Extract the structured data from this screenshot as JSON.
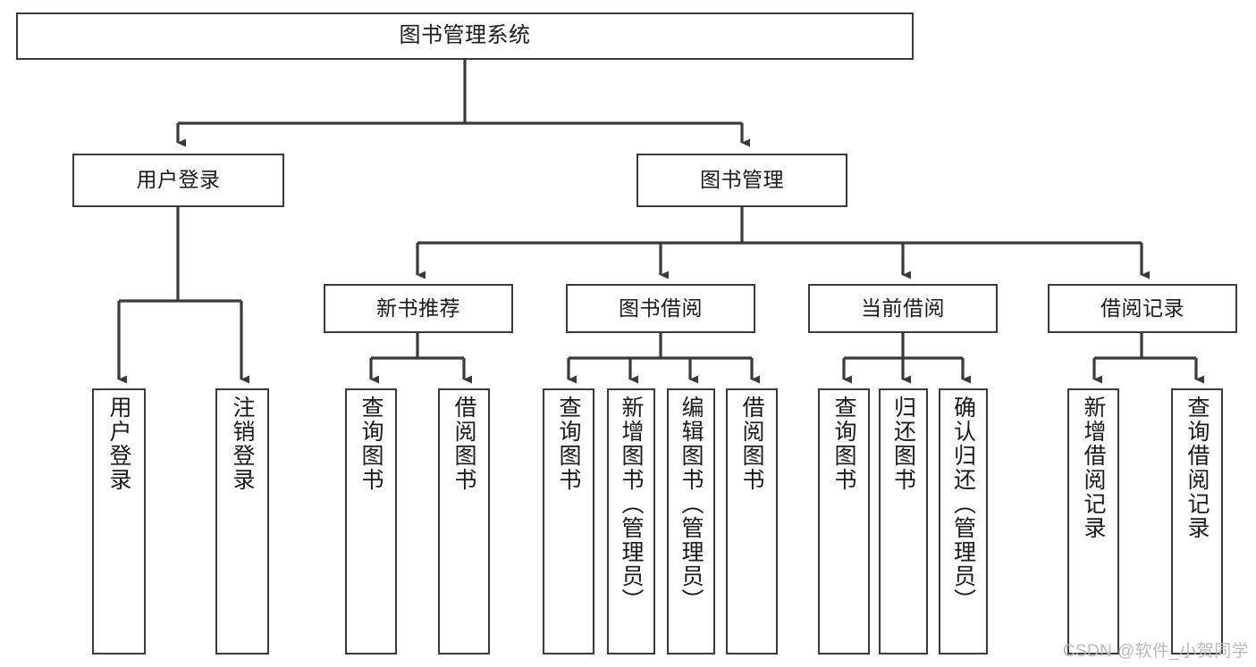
{
  "diagram": {
    "title": "图书管理系统",
    "watermark": "CSDN @软件_小贺同学",
    "colors": {
      "background": "#ffffff",
      "stroke": "#3a3a3a",
      "text": "#1a1a1a",
      "watermark": "#b9b9b9"
    },
    "levels": {
      "root": {
        "label": "图书管理系统"
      },
      "level2": [
        {
          "label": "用户登录"
        },
        {
          "label": "图书管理"
        }
      ],
      "level3": [
        {
          "label": "新书推荐"
        },
        {
          "label": "图书借阅"
        },
        {
          "label": "当前借阅"
        },
        {
          "label": "借阅记录"
        }
      ],
      "leaves": {
        "user_login": [
          {
            "label": "用户登录"
          },
          {
            "label": "注销登录"
          }
        ],
        "new_book_recommend": [
          {
            "label": "查询图书"
          },
          {
            "label": "借阅图书"
          }
        ],
        "book_borrow": [
          {
            "label": "查询图书"
          },
          {
            "label": "新增图书（管理员）"
          },
          {
            "label": "编辑图书（管理员）"
          },
          {
            "label": "借阅图书"
          }
        ],
        "current_borrow": [
          {
            "label": "查询图书"
          },
          {
            "label": "归还图书"
          },
          {
            "label": "确认归还（管理员）"
          }
        ],
        "borrow_record": [
          {
            "label": "新增借阅记录"
          },
          {
            "label": "查询借阅记录"
          }
        ]
      }
    }
  }
}
